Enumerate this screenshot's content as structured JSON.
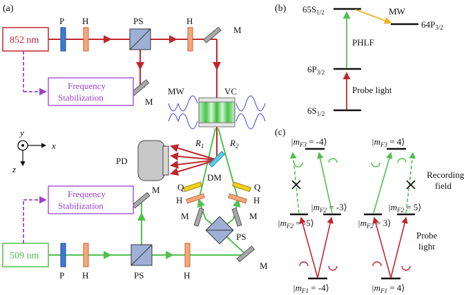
{
  "panels": {
    "a": "(a)",
    "b": "(b)",
    "c": "(c)"
  },
  "lasers": {
    "red": "852 nm",
    "green": "509 nm"
  },
  "stabilization": {
    "line1": "Frequency",
    "line2": "Stabilization"
  },
  "components": {
    "P": "P",
    "H": "H",
    "PS": "PS",
    "M": "M",
    "Q": "Q",
    "MW": "MW",
    "VC": "VC",
    "PD": "PD",
    "DM": "DM",
    "R1": "R",
    "R1_sub": "1",
    "R2": "R",
    "R2_sub": "2"
  },
  "axes": {
    "x": "x",
    "y": "y",
    "z": "z"
  },
  "levels_b": {
    "s65": "65S",
    "s65_sub": "1/2",
    "p64": "64P",
    "p64_sub": "3/2",
    "p6": "6P",
    "p6_sub": "3/2",
    "s6": "6S",
    "s6_sub": "1/2",
    "mw": "MW",
    "phlf": "PHLF",
    "probe": "Probe light"
  },
  "levels_c": {
    "f3_m4": "|m",
    "f3_m4_sub": "F3",
    "f3_m4_val": " = -4⟩",
    "f3_p4": "|m",
    "f3_p4_sub": "F3",
    "f3_p4_val": " = 4⟩",
    "f2_m3": "|m",
    "f2_m3_sub": "F2",
    "f2_m3_val": " = -3⟩",
    "f2_m5": "|m",
    "f2_m5_sub": "F2",
    "f2_m5_val": " = -5⟩",
    "f2_p5": "|m",
    "f2_p5_sub": "F2",
    "f2_p5_val": " = 5⟩",
    "f2_p3": "|m",
    "f2_p3_sub": "F2",
    "f2_p3_val": " = 3⟩",
    "f1_m4": "|m",
    "f1_m4_sub": "F1",
    "f1_m4_val": " = -4⟩",
    "f1_p4": "|m",
    "f1_p4_sub": "F1",
    "f1_p4_val": " = 4⟩",
    "recording1": "Recording",
    "recording2": "field",
    "probe1": "Probe",
    "probe2": "light"
  },
  "colors": {
    "red_beam": "#c0262d",
    "green_beam": "#4fc04f",
    "purple": "#9b3fd6",
    "mw_arrow": "#f0b429",
    "polarizer": "#3a7bd5",
    "waveplate": "#f4a77a",
    "splitter": "#9fb0d6",
    "mirror": "#a9a9a9",
    "qwp": "#f2d21b",
    "dm": "#5bc9e8",
    "mw_wave": "#3b3bd6"
  }
}
